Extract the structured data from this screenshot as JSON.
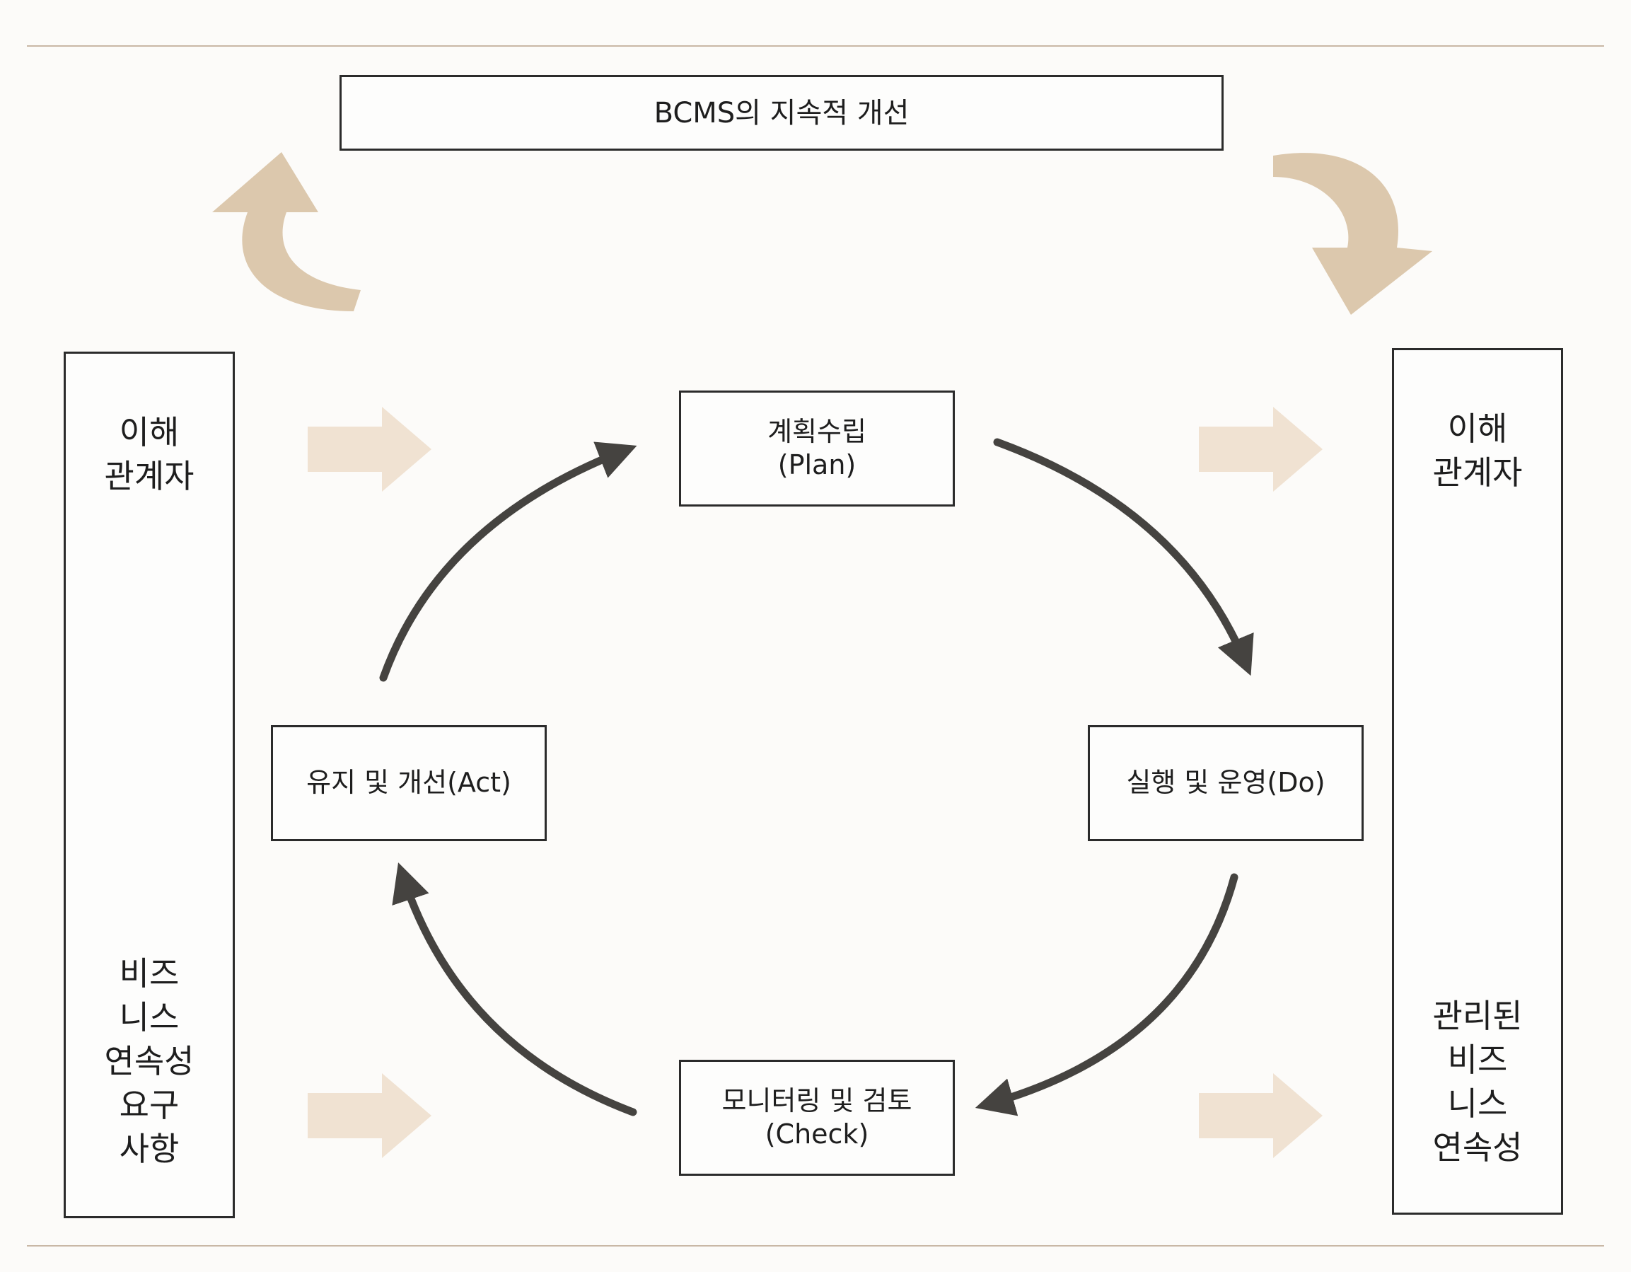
{
  "title": "BCMS의 지속적 개선",
  "nodes": {
    "plan": "계획수립\n(Plan)",
    "do": "실행 및 운영(Do)",
    "check": "모니터링 및 검토\n(Check)",
    "act": "유지 및 개선(Act)"
  },
  "left_panel": {
    "top": "이해\n관계자",
    "bottom": "비즈\n니스\n연속성\n요구\n사항"
  },
  "right_panel": {
    "top": "이해\n관계자",
    "bottom": "관리된\n비즈\n니스\n연속성"
  },
  "colors": {
    "cycle_arrow": "#454340",
    "flow_arrow": "#f0e2d2",
    "curved_arrow": "#dcc8ad",
    "border": "#2b2b2b"
  }
}
